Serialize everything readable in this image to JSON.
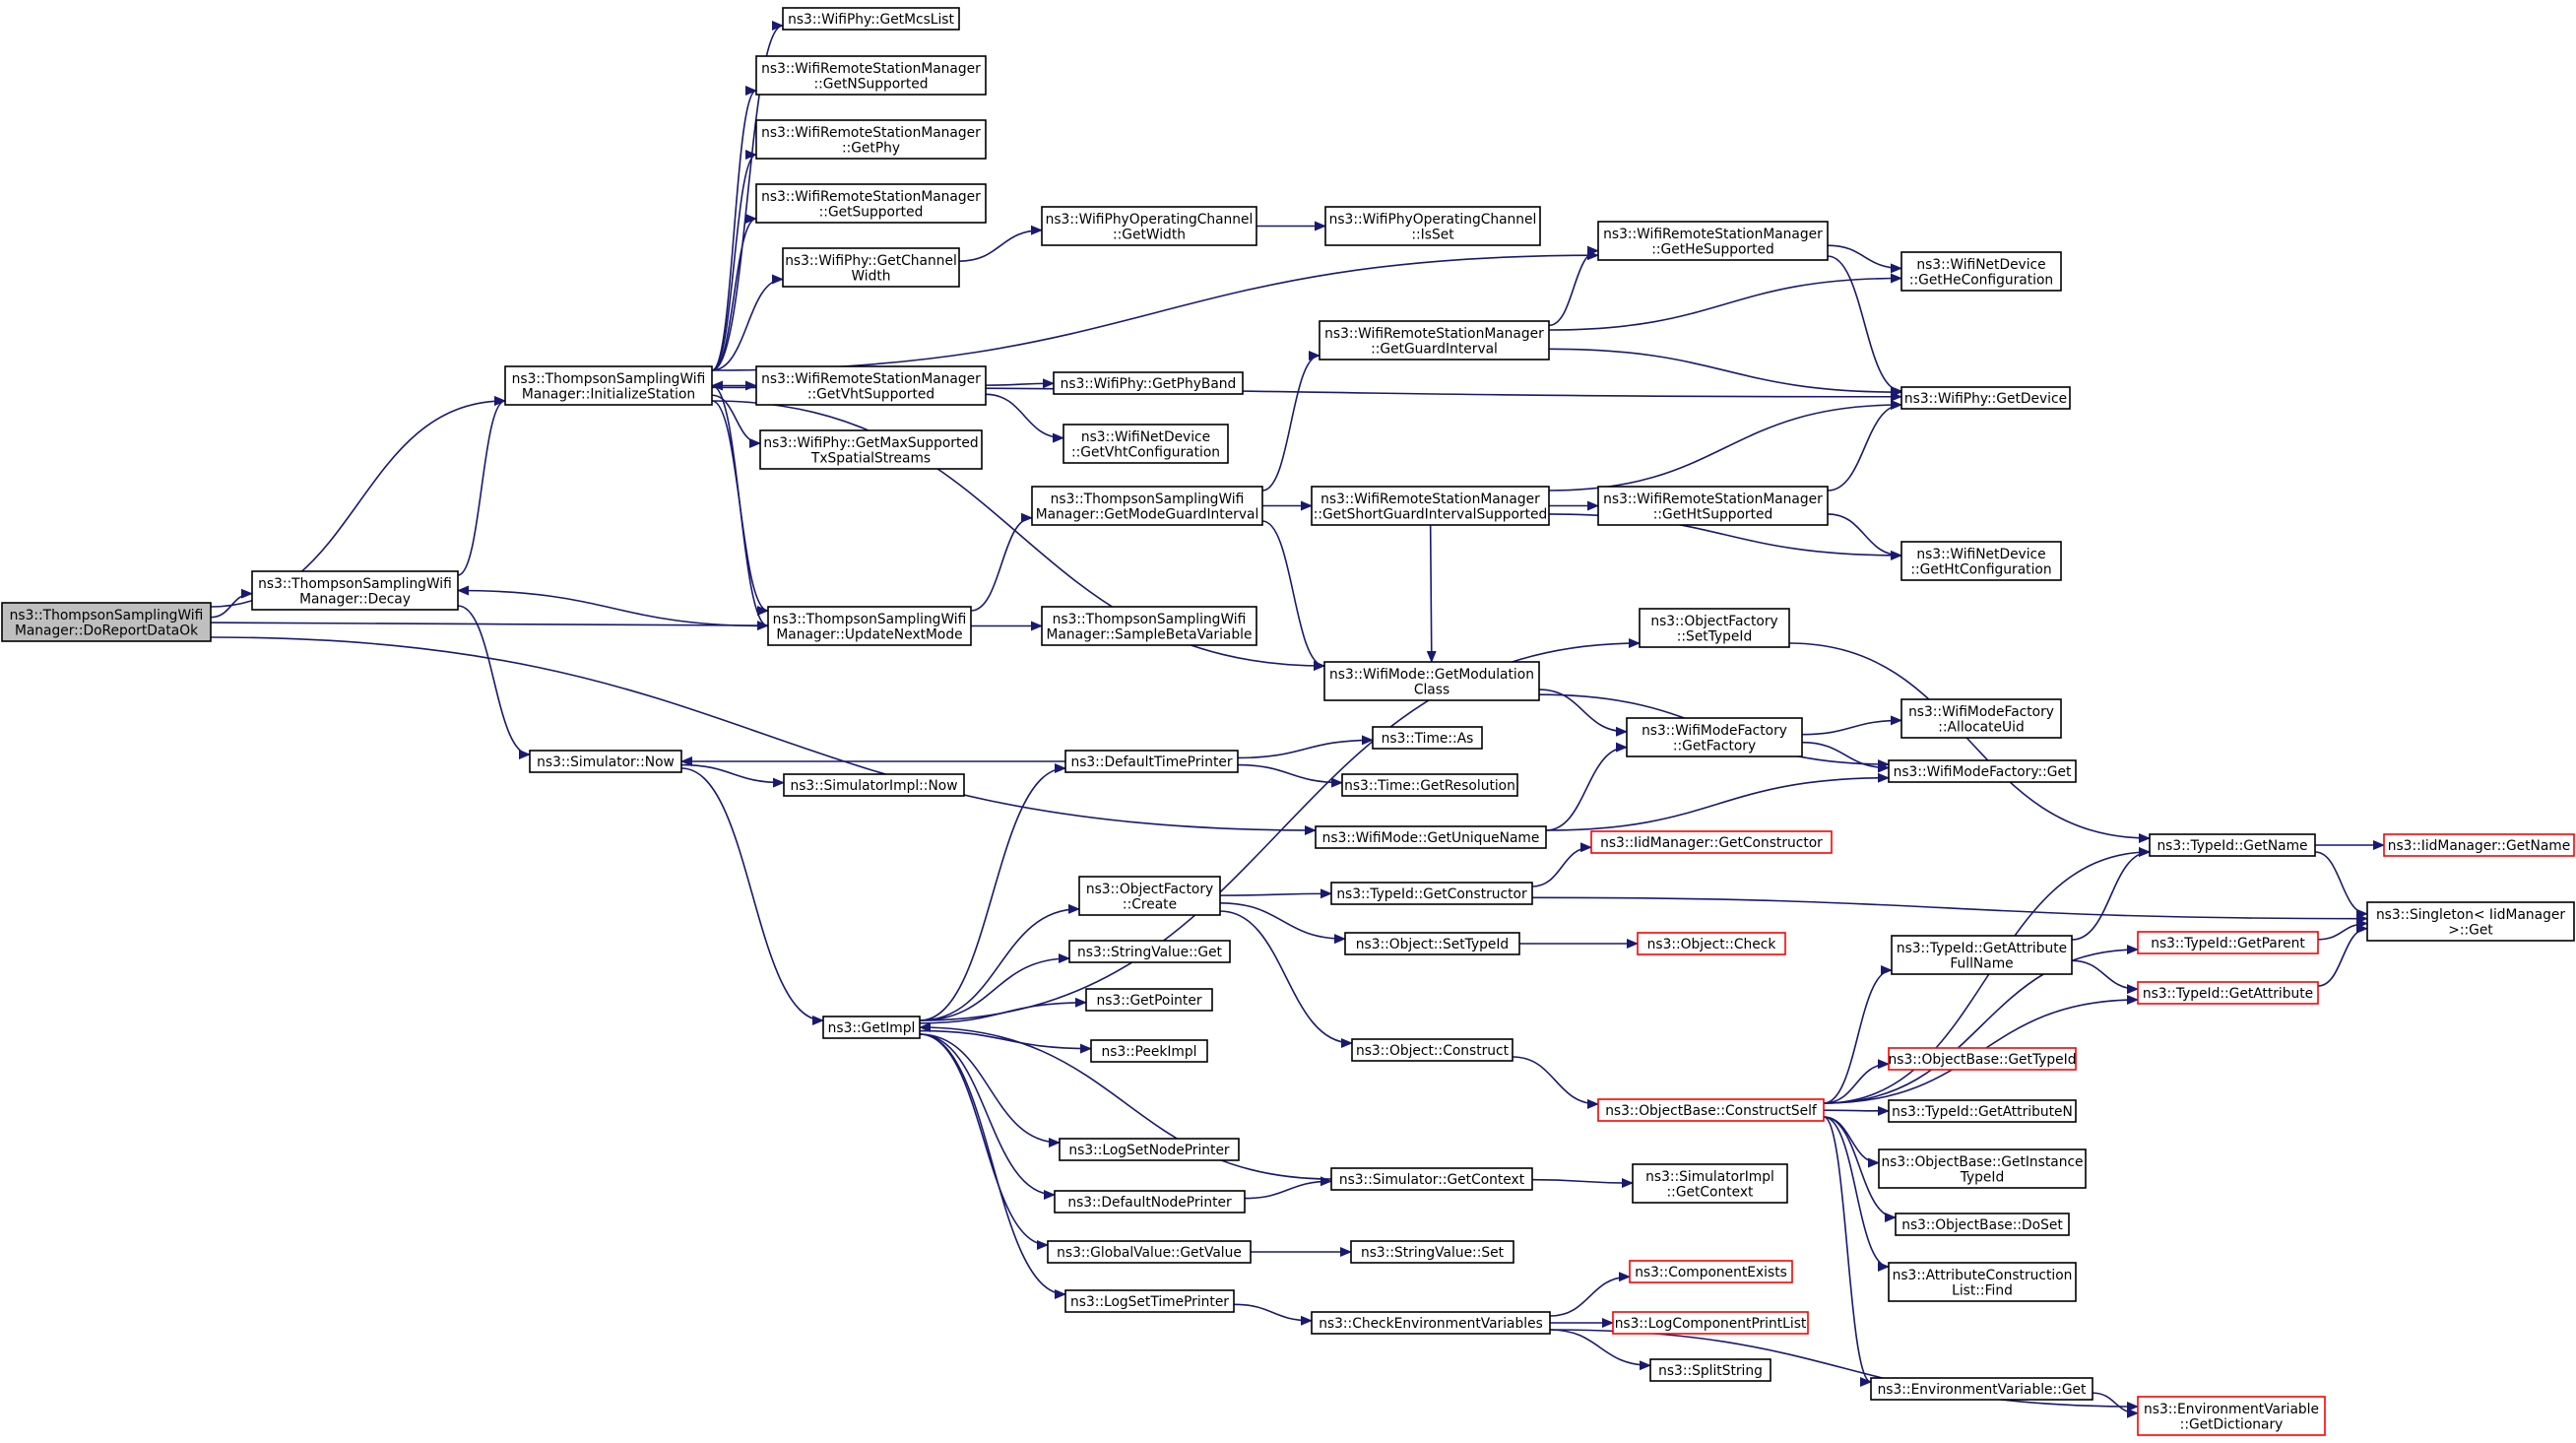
{
  "colors": {
    "edge": "#191970",
    "normal_border": "#000000",
    "ref_border": "#ff0000",
    "root_fill": "#bfbfbf",
    "node_fill": "#ffffff"
  },
  "nodes": [
    {
      "id": "doreport",
      "lines": [
        "ns3::ThompsonSamplingWifi",
        "Manager::DoReportDataOk"
      ],
      "style": "root"
    },
    {
      "id": "initsta",
      "lines": [
        "ns3::ThompsonSamplingWifi",
        "Manager::InitializeStation"
      ]
    },
    {
      "id": "decay",
      "lines": [
        "ns3::ThompsonSamplingWifi",
        "Manager::Decay"
      ]
    },
    {
      "id": "updnext",
      "lines": [
        "ns3::ThompsonSamplingWifi",
        "Manager::UpdateNextMode"
      ]
    },
    {
      "id": "simnow",
      "lines": [
        "ns3::Simulator::Now"
      ]
    },
    {
      "id": "getimpl",
      "lines": [
        "ns3::GetImpl"
      ]
    },
    {
      "id": "getuniq",
      "lines": [
        "ns3::WifiMode::GetUniqueName"
      ]
    },
    {
      "id": "mcslist",
      "lines": [
        "ns3::WifiPhy::GetMcsList"
      ]
    },
    {
      "id": "nsupp",
      "lines": [
        "ns3::WifiRemoteStationManager",
        "::GetNSupported"
      ]
    },
    {
      "id": "getphy",
      "lines": [
        "ns3::WifiRemoteStationManager",
        "::GetPhy"
      ]
    },
    {
      "id": "getsupp",
      "lines": [
        "ns3::WifiRemoteStationManager",
        "::GetSupported"
      ]
    },
    {
      "id": "chwidth",
      "lines": [
        "ns3::WifiPhy::GetChannel",
        "Width"
      ]
    },
    {
      "id": "vhtsupp",
      "lines": [
        "ns3::WifiRemoteStationManager",
        "::GetVhtSupported"
      ]
    },
    {
      "id": "maxss",
      "lines": [
        "ns3::WifiPhy::GetMaxSupported",
        "TxSpatialStreams"
      ]
    },
    {
      "id": "opwidth",
      "lines": [
        "ns3::WifiPhyOperatingChannel",
        "::GetWidth"
      ]
    },
    {
      "id": "isset",
      "lines": [
        "ns3::WifiPhyOperatingChannel",
        "::IsSet"
      ]
    },
    {
      "id": "phyband",
      "lines": [
        "ns3::WifiPhy::GetPhyBand"
      ]
    },
    {
      "id": "vhtcfg",
      "lines": [
        "ns3::WifiNetDevice",
        "::GetVhtConfiguration"
      ]
    },
    {
      "id": "modegi",
      "lines": [
        "ns3::ThompsonSamplingWifi",
        "Manager::GetModeGuardInterval"
      ]
    },
    {
      "id": "beta",
      "lines": [
        "ns3::ThompsonSamplingWifi",
        "Manager::SampleBetaVariable"
      ]
    },
    {
      "id": "hesupp",
      "lines": [
        "ns3::WifiRemoteStationManager",
        "::GetHeSupported"
      ]
    },
    {
      "id": "guardint",
      "lines": [
        "ns3::WifiRemoteStationManager",
        "::GetGuardInterval"
      ]
    },
    {
      "id": "sgisupp",
      "lines": [
        "ns3::WifiRemoteStationManager",
        "::GetShortGuardIntervalSupported"
      ]
    },
    {
      "id": "modclass",
      "lines": [
        "ns3::WifiMode::GetModulation",
        "Class"
      ]
    },
    {
      "id": "hecfg",
      "lines": [
        "ns3::WifiNetDevice",
        "::GetHeConfiguration"
      ]
    },
    {
      "id": "getdevice",
      "lines": [
        "ns3::WifiPhy::GetDevice"
      ]
    },
    {
      "id": "htsupp",
      "lines": [
        "ns3::WifiRemoteStationManager",
        "::GetHtSupported"
      ]
    },
    {
      "id": "htcfg",
      "lines": [
        "ns3::WifiNetDevice",
        "::GetHtConfiguration"
      ]
    },
    {
      "id": "settypeid",
      "lines": [
        "ns3::ObjectFactory",
        "::SetTypeId"
      ]
    },
    {
      "id": "getfactory",
      "lines": [
        "ns3::WifiModeFactory",
        "::GetFactory"
      ]
    },
    {
      "id": "allocuid",
      "lines": [
        "ns3::WifiModeFactory",
        "::AllocateUid"
      ]
    },
    {
      "id": "wmfget",
      "lines": [
        "ns3::WifiModeFactory::Get"
      ]
    },
    {
      "id": "simimplnow",
      "lines": [
        "ns3::SimulatorImpl::Now"
      ]
    },
    {
      "id": "deftime",
      "lines": [
        "ns3::DefaultTimePrinter"
      ]
    },
    {
      "id": "timeas",
      "lines": [
        "ns3::Time::As"
      ]
    },
    {
      "id": "getres",
      "lines": [
        "ns3::Time::GetResolution"
      ]
    },
    {
      "id": "ofcreate",
      "lines": [
        "ns3::ObjectFactory",
        "::Create"
      ]
    },
    {
      "id": "strget",
      "lines": [
        "ns3::StringValue::Get"
      ]
    },
    {
      "id": "getptr",
      "lines": [
        "ns3::GetPointer"
      ]
    },
    {
      "id": "peekimpl",
      "lines": [
        "ns3::PeekImpl"
      ]
    },
    {
      "id": "logsetnode",
      "lines": [
        "ns3::LogSetNodePrinter"
      ]
    },
    {
      "id": "defnode",
      "lines": [
        "ns3::DefaultNodePrinter"
      ]
    },
    {
      "id": "gvgetvalue",
      "lines": [
        "ns3::GlobalValue::GetValue"
      ]
    },
    {
      "id": "logsettime",
      "lines": [
        "ns3::LogSetTimePrinter"
      ]
    },
    {
      "id": "tidgetctor",
      "lines": [
        "ns3::TypeId::GetConstructor"
      ]
    },
    {
      "id": "objsettid",
      "lines": [
        "ns3::Object::SetTypeId"
      ]
    },
    {
      "id": "objconstruct",
      "lines": [
        "ns3::Object::Construct"
      ]
    },
    {
      "id": "simgetctx",
      "lines": [
        "ns3::Simulator::GetContext"
      ]
    },
    {
      "id": "strset",
      "lines": [
        "ns3::StringValue::Set"
      ]
    },
    {
      "id": "checkenv",
      "lines": [
        "ns3::CheckEnvironmentVariables"
      ]
    },
    {
      "id": "iidgetctor",
      "lines": [
        "ns3::IidManager::GetConstructor"
      ],
      "style": "ref"
    },
    {
      "id": "objcheck",
      "lines": [
        "ns3::Object::Check"
      ],
      "style": "ref"
    },
    {
      "id": "obconstself",
      "lines": [
        "ns3::ObjectBase::ConstructSelf"
      ],
      "style": "ref"
    },
    {
      "id": "simimplctx",
      "lines": [
        "ns3::SimulatorImpl",
        "::GetContext"
      ]
    },
    {
      "id": "compexists",
      "lines": [
        "ns3::ComponentExists"
      ],
      "style": "ref"
    },
    {
      "id": "logcompprint",
      "lines": [
        "ns3::LogComponentPrintList"
      ],
      "style": "ref"
    },
    {
      "id": "splitstr",
      "lines": [
        "ns3::SplitString"
      ]
    },
    {
      "id": "tidgetname",
      "lines": [
        "ns3::TypeId::GetName"
      ]
    },
    {
      "id": "tidgetattrfull",
      "lines": [
        "ns3::TypeId::GetAttribute",
        "FullName"
      ]
    },
    {
      "id": "obgettid",
      "lines": [
        "ns3::ObjectBase::GetTypeId"
      ],
      "style": "ref"
    },
    {
      "id": "tidgetattrn",
      "lines": [
        "ns3::TypeId::GetAttributeN"
      ]
    },
    {
      "id": "obgetinst",
      "lines": [
        "ns3::ObjectBase::GetInstance",
        "TypeId"
      ]
    },
    {
      "id": "obdoset",
      "lines": [
        "ns3::ObjectBase::DoSet"
      ]
    },
    {
      "id": "attrclfind",
      "lines": [
        "ns3::AttributeConstruction",
        "List::Find"
      ]
    },
    {
      "id": "envget",
      "lines": [
        "ns3::EnvironmentVariable::Get"
      ]
    },
    {
      "id": "iidgetname",
      "lines": [
        "ns3::IidManager::GetName"
      ],
      "style": "ref"
    },
    {
      "id": "tidgetparent",
      "lines": [
        "ns3::TypeId::GetParent"
      ],
      "style": "ref"
    },
    {
      "id": "tidgetattr",
      "lines": [
        "ns3::TypeId::GetAttribute"
      ],
      "style": "ref"
    },
    {
      "id": "singleton",
      "lines": [
        "ns3::Singleton< IidManager",
        " >::Get"
      ]
    },
    {
      "id": "envgetdict",
      "lines": [
        "ns3::EnvironmentVariable",
        "::GetDictionary"
      ],
      "style": "ref"
    }
  ],
  "edges": [
    [
      "doreport",
      "initsta"
    ],
    [
      "doreport",
      "decay"
    ],
    [
      "doreport",
      "updnext"
    ],
    [
      "doreport",
      "getuniq"
    ],
    [
      "initsta",
      "mcslist"
    ],
    [
      "initsta",
      "nsupp"
    ],
    [
      "initsta",
      "getphy"
    ],
    [
      "initsta",
      "getsupp"
    ],
    [
      "initsta",
      "chwidth"
    ],
    [
      "initsta",
      "vhtsupp"
    ],
    [
      "initsta",
      "maxss"
    ],
    [
      "initsta",
      "hesupp"
    ],
    [
      "initsta",
      "getdevice"
    ],
    [
      "initsta",
      "updnext"
    ],
    [
      "initsta",
      "modclass"
    ],
    [
      "decay",
      "initsta"
    ],
    [
      "decay",
      "simnow"
    ],
    [
      "updnext",
      "decay"
    ],
    [
      "updnext",
      "initsta"
    ],
    [
      "updnext",
      "modegi"
    ],
    [
      "updnext",
      "beta"
    ],
    [
      "chwidth",
      "opwidth"
    ],
    [
      "opwidth",
      "isset"
    ],
    [
      "vhtsupp",
      "phyband"
    ],
    [
      "vhtsupp",
      "vhtcfg"
    ],
    [
      "modegi",
      "guardint"
    ],
    [
      "modegi",
      "sgisupp"
    ],
    [
      "modegi",
      "modclass"
    ],
    [
      "guardint",
      "hesupp"
    ],
    [
      "guardint",
      "hecfg"
    ],
    [
      "guardint",
      "getdevice"
    ],
    [
      "hesupp",
      "hecfg"
    ],
    [
      "hesupp",
      "getdevice"
    ],
    [
      "sgisupp",
      "htsupp"
    ],
    [
      "sgisupp",
      "htcfg"
    ],
    [
      "sgisupp",
      "getdevice"
    ],
    [
      "sgisupp",
      "modclass"
    ],
    [
      "htsupp",
      "getdevice"
    ],
    [
      "htsupp",
      "htcfg"
    ],
    [
      "modclass",
      "getfactory"
    ],
    [
      "modclass",
      "wmfget"
    ],
    [
      "getfactory",
      "allocuid"
    ],
    [
      "getfactory",
      "wmfget"
    ],
    [
      "getuniq",
      "getfactory"
    ],
    [
      "getuniq",
      "wmfget"
    ],
    [
      "settypeid",
      "tidgetname"
    ],
    [
      "simnow",
      "getimpl"
    ],
    [
      "simnow",
      "simimplnow"
    ],
    [
      "deftime",
      "simnow"
    ],
    [
      "deftime",
      "timeas"
    ],
    [
      "deftime",
      "getres"
    ],
    [
      "getimpl",
      "settypeid"
    ],
    [
      "getimpl",
      "deftime"
    ],
    [
      "getimpl",
      "ofcreate"
    ],
    [
      "getimpl",
      "strget"
    ],
    [
      "getimpl",
      "getptr"
    ],
    [
      "getimpl",
      "peekimpl"
    ],
    [
      "getimpl",
      "logsetnode"
    ],
    [
      "getimpl",
      "defnode"
    ],
    [
      "getimpl",
      "gvgetvalue"
    ],
    [
      "getimpl",
      "logsettime"
    ],
    [
      "ofcreate",
      "tidgetctor"
    ],
    [
      "ofcreate",
      "objsettid"
    ],
    [
      "ofcreate",
      "objconstruct"
    ],
    [
      "tidgetctor",
      "iidgetctor"
    ],
    [
      "tidgetctor",
      "singleton"
    ],
    [
      "objsettid",
      "objcheck"
    ],
    [
      "objconstruct",
      "obconstself"
    ],
    [
      "defnode",
      "simgetctx"
    ],
    [
      "simgetctx",
      "getimpl"
    ],
    [
      "simgetctx",
      "simimplctx"
    ],
    [
      "gvgetvalue",
      "strset"
    ],
    [
      "logsettime",
      "checkenv"
    ],
    [
      "checkenv",
      "compexists"
    ],
    [
      "checkenv",
      "logcompprint"
    ],
    [
      "checkenv",
      "splitstr"
    ],
    [
      "checkenv",
      "envgetdict"
    ],
    [
      "obconstself",
      "tidgetname"
    ],
    [
      "obconstself",
      "tidgetattrfull"
    ],
    [
      "obconstself",
      "tidgetparent"
    ],
    [
      "obconstself",
      "obgettid"
    ],
    [
      "obconstself",
      "tidgetattrn"
    ],
    [
      "obconstself",
      "obgetinst"
    ],
    [
      "obconstself",
      "obdoset"
    ],
    [
      "obconstself",
      "attrclfind"
    ],
    [
      "obconstself",
      "envget"
    ],
    [
      "obconstself",
      "tidgetattr"
    ],
    [
      "tidgetattrfull",
      "tidgetname"
    ],
    [
      "tidgetattrfull",
      "tidgetattr"
    ],
    [
      "tidgetname",
      "iidgetname"
    ],
    [
      "tidgetname",
      "singleton"
    ],
    [
      "tidgetparent",
      "singleton"
    ],
    [
      "tidgetattr",
      "singleton"
    ],
    [
      "envget",
      "envgetdict"
    ]
  ]
}
